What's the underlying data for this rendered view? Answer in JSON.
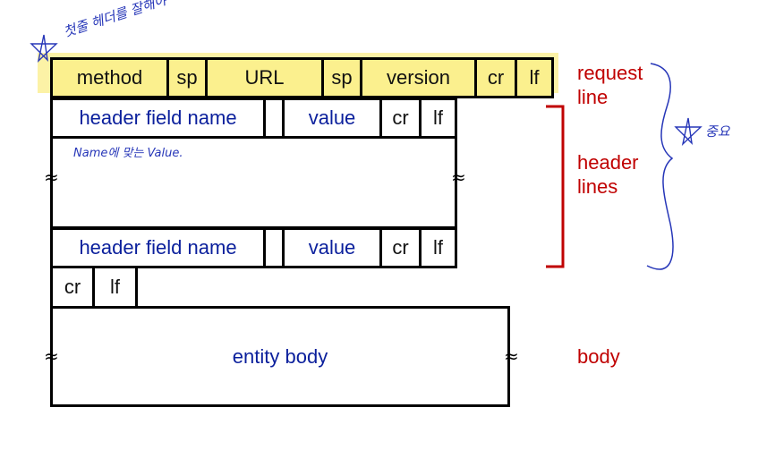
{
  "request_line": {
    "cells": [
      "method",
      "sp",
      "URL",
      "sp",
      "version",
      "cr",
      "lf"
    ],
    "label_line1": "request",
    "label_line2": "line"
  },
  "header_lines": {
    "field_name": "header field name",
    "value": "value",
    "cr": "cr",
    "lf": "lf",
    "label_line1": "header",
    "label_line2": "lines"
  },
  "blank_line": {
    "cr": "cr",
    "lf": "lf"
  },
  "body": {
    "text": "entity body",
    "label": "body"
  },
  "annotations": {
    "top_note": "첫줄 헤더를 잘해야",
    "side_note": "중요",
    "inline_note": "Name에 맞는 Value."
  },
  "colors": {
    "highlight": "#fcf2a6",
    "label_red": "#c00000",
    "text_blue": "#0a1f9c",
    "pen_blue": "#2636b8"
  }
}
